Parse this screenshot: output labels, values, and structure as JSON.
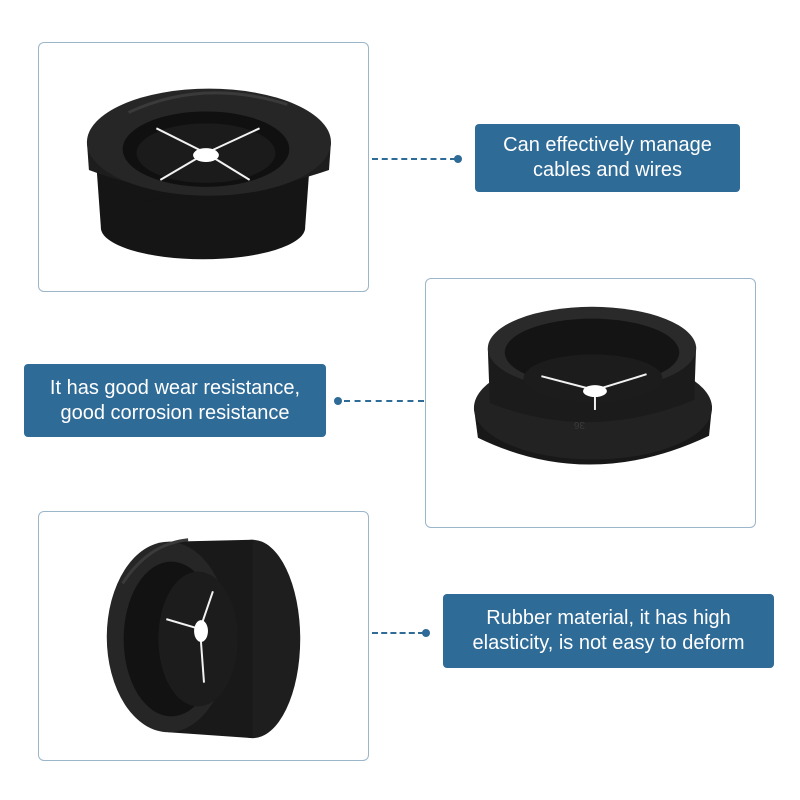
{
  "features": [
    {
      "lines": [
        "Can effectively manage",
        "cables and wires"
      ]
    },
    {
      "lines": [
        "It has good wear resistance,",
        "good corrosion resistance"
      ]
    },
    {
      "lines": [
        "Rubber material,  it has high",
        "elasticity, is not easy to deform"
      ]
    }
  ],
  "product": {
    "color": "#1e1e1e",
    "size_marking": "36"
  },
  "colors": {
    "callout_background": "#2f6b97",
    "callout_text": "#ffffff",
    "frame_border": "#9bb6c9"
  }
}
